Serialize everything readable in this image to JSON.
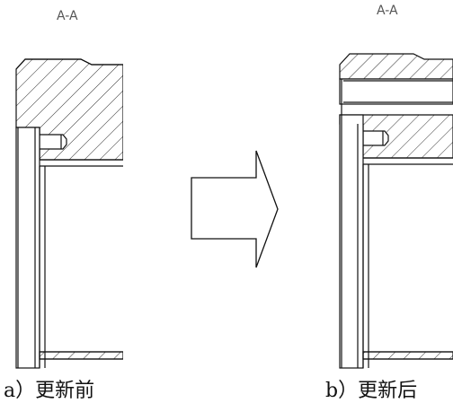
{
  "figure": {
    "before": {
      "section_label": "A-A",
      "caption": "a）更新前"
    },
    "after": {
      "section_label": "A-A",
      "caption": "b）更新后"
    },
    "arrow_icon": "right-arrow-icon",
    "colors": {
      "line": "#111111",
      "hatch": "#333333",
      "background": "#ffffff"
    }
  }
}
